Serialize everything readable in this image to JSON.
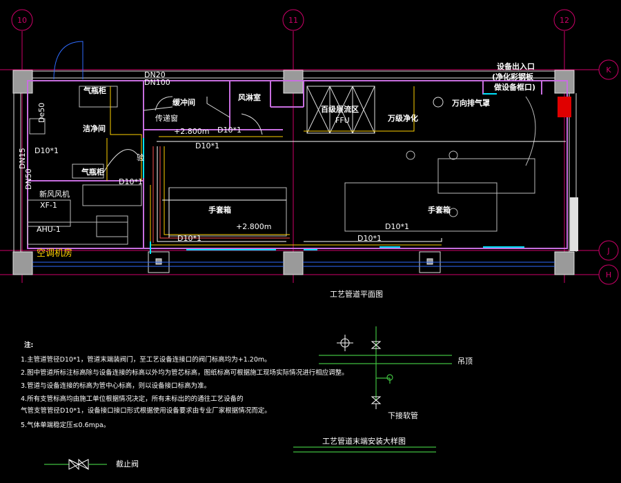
{
  "grid_axes": {
    "top": [
      "10",
      "11",
      "12"
    ],
    "right": [
      "K",
      "J",
      "H"
    ]
  },
  "rooms": {
    "gas_cabinet_1": "气瓶柜",
    "clean_room": "洁净间",
    "buffer": "缓冲间",
    "air_shower": "风淋室",
    "hundred_class": "百级层流区",
    "ffu": "FFU",
    "ten_thousand": "万级净化",
    "universal_exhaust": "万向排气罩",
    "equipment_entrance_1": "设备出入口",
    "equipment_entrance_2": "(净化彩钢板",
    "equipment_entrance_3": "做设备框口)",
    "gas_cabinet_2": "气瓶柜",
    "ahu_room": "空调机房",
    "xf1_label": "新风风机",
    "xf1": "XF-1",
    "ahu1": "AHU-1",
    "glovebox_1": "手套箱",
    "glovebox_2": "手套箱",
    "pass_box": "传递窗",
    "side_small": "验"
  },
  "pipe_labels": {
    "dn20": "DN20",
    "dn100": "DN100",
    "dn15": "DN15",
    "dn50": "DN50",
    "de50": "De50",
    "elev_1": "+2.800m",
    "elev_2": "+2.800m",
    "d10_a": "D10*1",
    "d10_b": "D10*1",
    "d10_c": "D10*1",
    "d10_d": "D10*1",
    "d10_e": "D10*1",
    "d10_f": "D10*1",
    "d10_g": "D10*1"
  },
  "plan_title": "工艺管道平面图",
  "notes": {
    "heading": "注:",
    "items": [
      "1.主管道管径D10*1，管道末端装阀门，至工艺设备连接口的阀门标高均为+1.20m。",
      "2.图中管道所标注标高除与设备连接的标高以外均为管芯标高，图纸标高可根据施工现场实际情况进行相应调整。",
      "3.管道与设备连接的标高为管中心标高，则以设备接口标高为准。",
      "4.所有支管标高均由施工单位根据情况决定，所有未标出的的通往工艺设备的",
      "   气管支管管径D10*1，设备接口接口形式根据使用设备要求由专业厂家根据情况而定。",
      "5.气体单端稳定压≤0.6mpa。"
    ]
  },
  "detail": {
    "ceiling": "吊顶",
    "lower_connection": "下接软管",
    "title": "工艺管道末端安装大样图"
  },
  "legend": {
    "valve_label": "截止阀"
  }
}
